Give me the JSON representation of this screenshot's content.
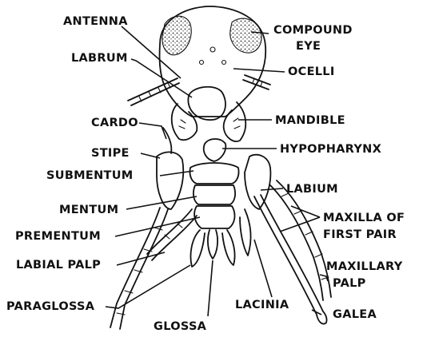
{
  "diagram": {
    "labels": {
      "antenna": "ANTENNA",
      "compound_eye_line1": "COMPOUND",
      "compound_eye_line2": "EYE",
      "labrum": "LABRUM",
      "ocelli": "OCELLI",
      "cardo": "CARDO",
      "mandible": "MANDIBLE",
      "stipe": "STIPE",
      "hypopharynx": "HYPOPHARYNX",
      "submentum": "SUBMENTUM",
      "labium": "LABIUM",
      "mentum": "MENTUM",
      "maxilla_line1": "MAXILLA OF",
      "maxilla_line2": "FIRST PAIR",
      "prementum": "PREMENTUM",
      "labial_palp": "LABIAL PALP",
      "maxillary_palp_line1": "MAXILLARY",
      "maxillary_palp_line2": "PALP",
      "paraglossa": "PARAGLOSSA",
      "lacinia": "LACINIA",
      "galea": "GALEA",
      "glossa": "GLOSSA"
    }
  }
}
